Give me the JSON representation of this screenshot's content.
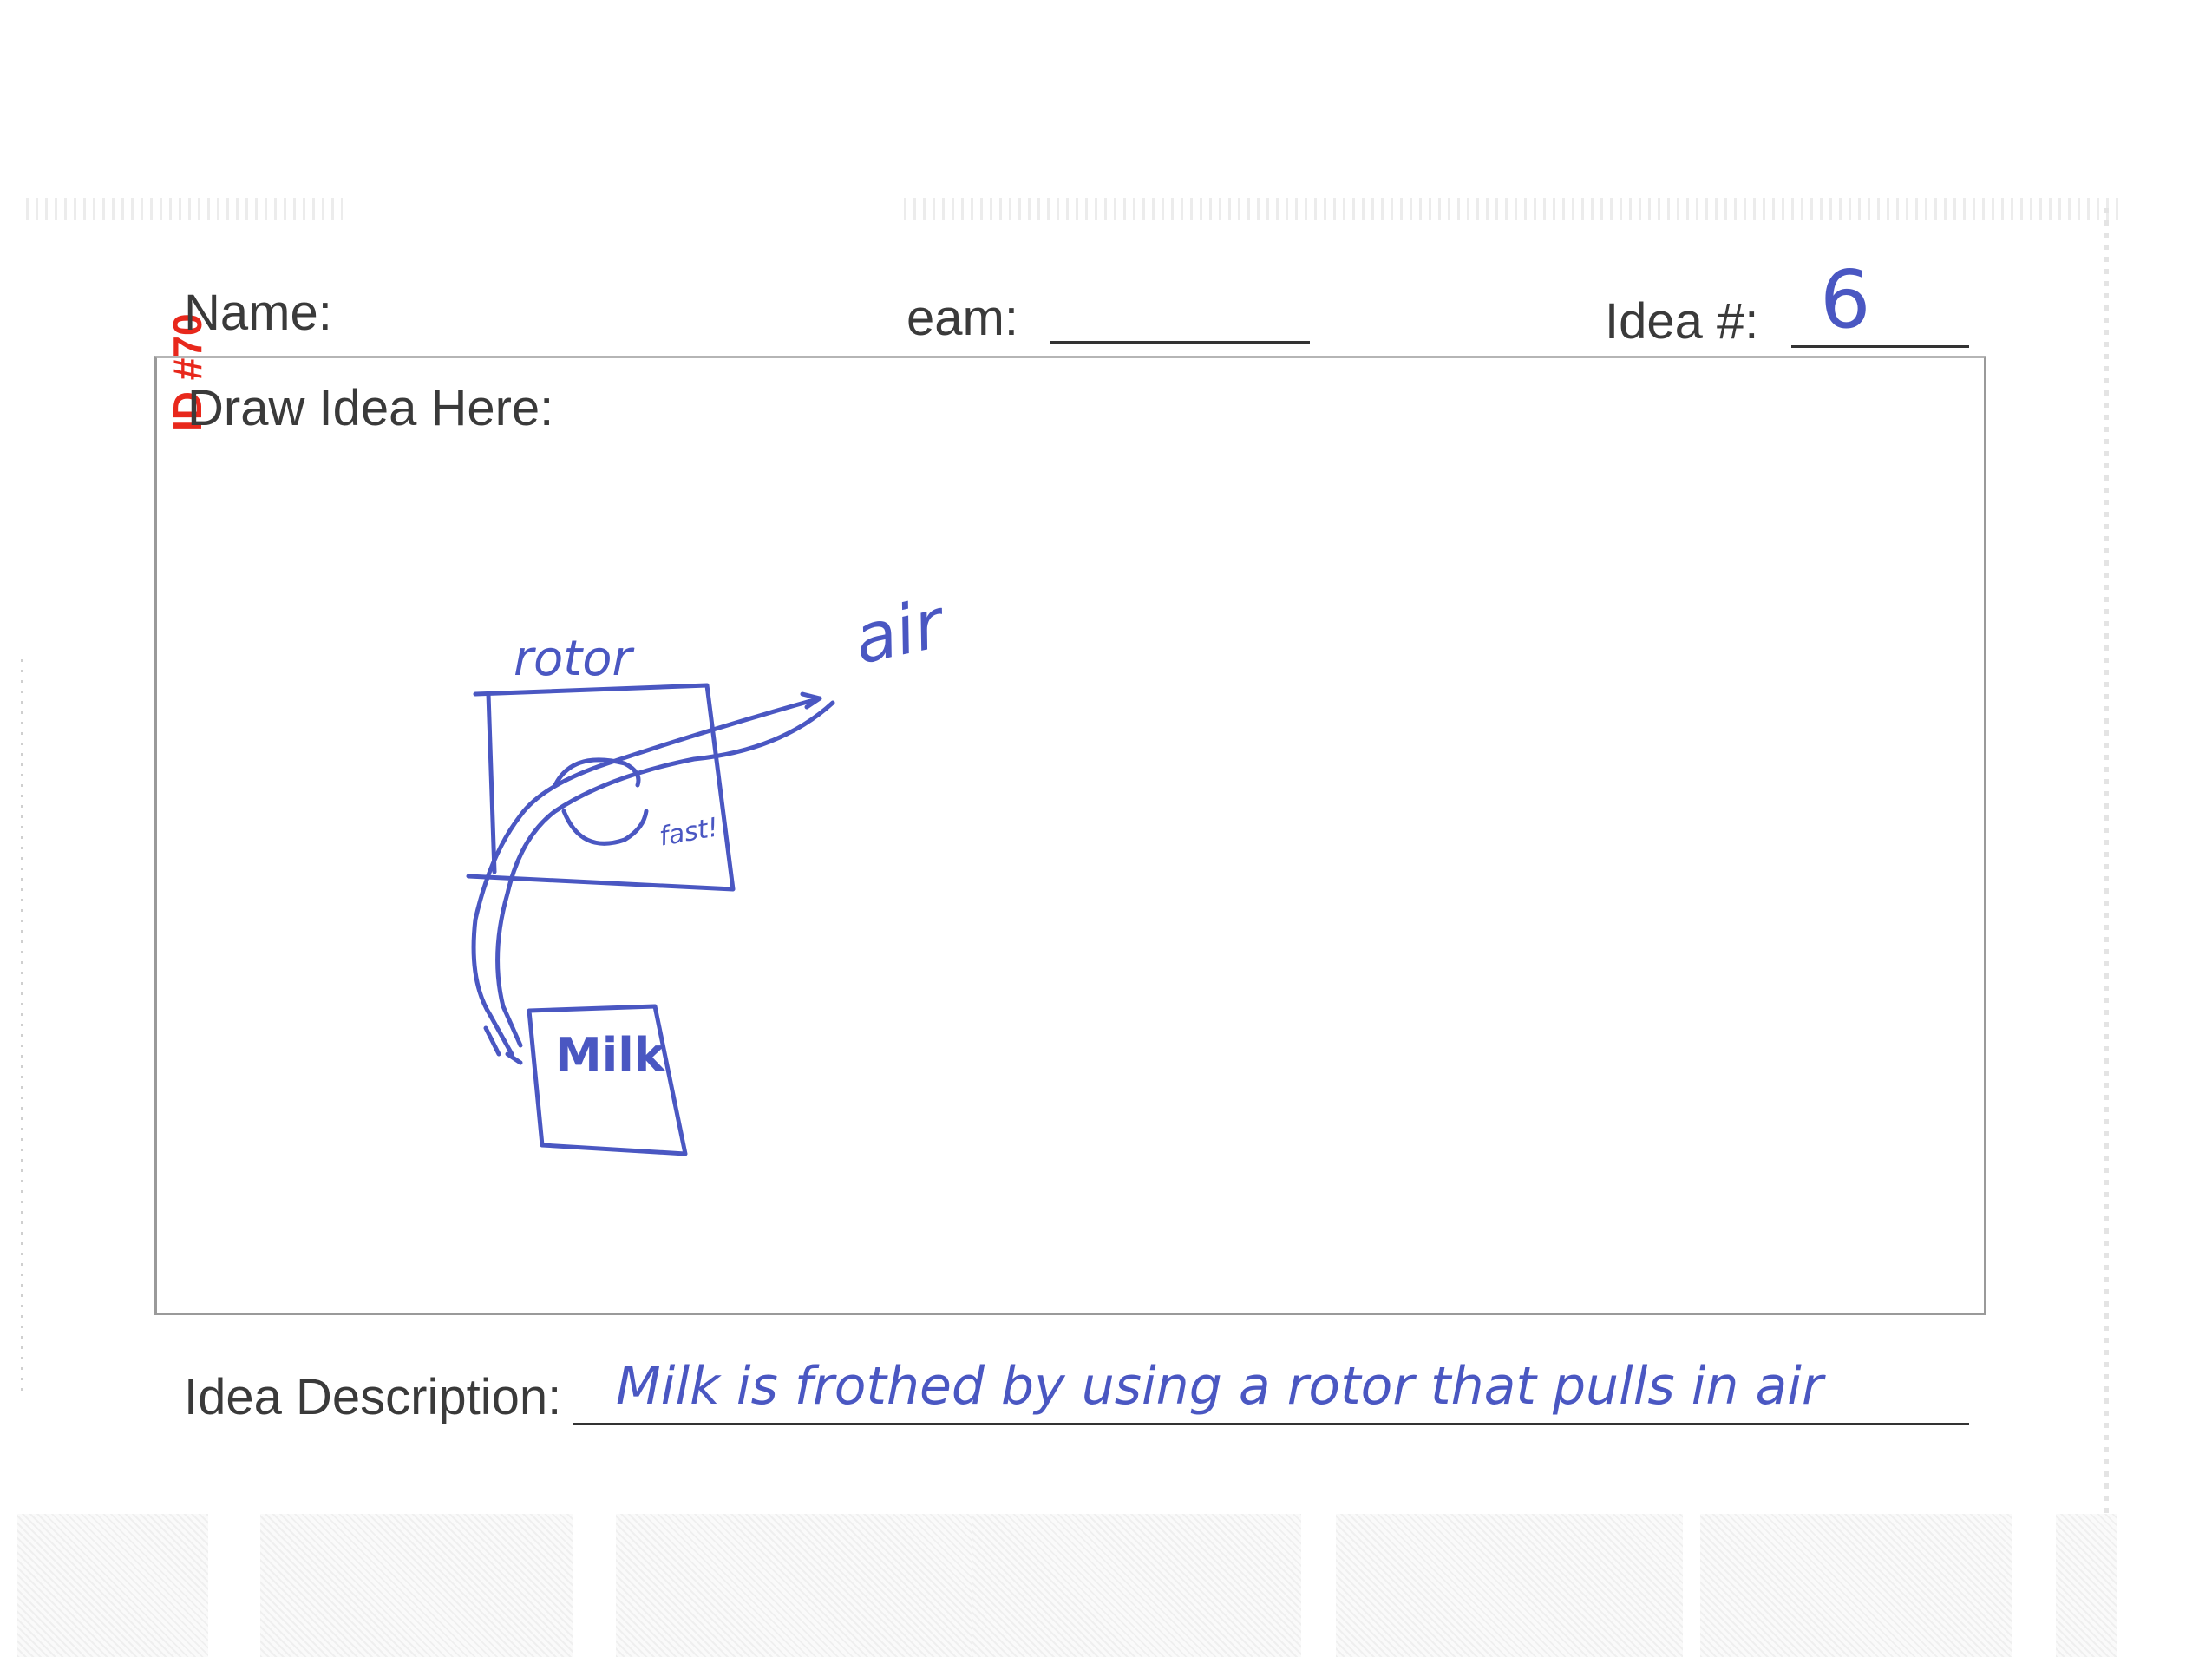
{
  "stamp": {
    "id_text": "ID #70",
    "color": "#e8281c"
  },
  "form": {
    "name_label": "Name:",
    "team_label": "eam:",
    "idea_number_label": "Idea #:",
    "idea_number_value": "6",
    "draw_label": "Draw Idea Here:",
    "description_label": "Idea Description:",
    "description_value": "Milk is frothed by using a rotor that pulls in air"
  },
  "sketch": {
    "rotor_label": "rotor",
    "air_label": "air",
    "fast_label": "fast!",
    "milk_label": "Milk",
    "ink_color": "#4a57c2"
  }
}
